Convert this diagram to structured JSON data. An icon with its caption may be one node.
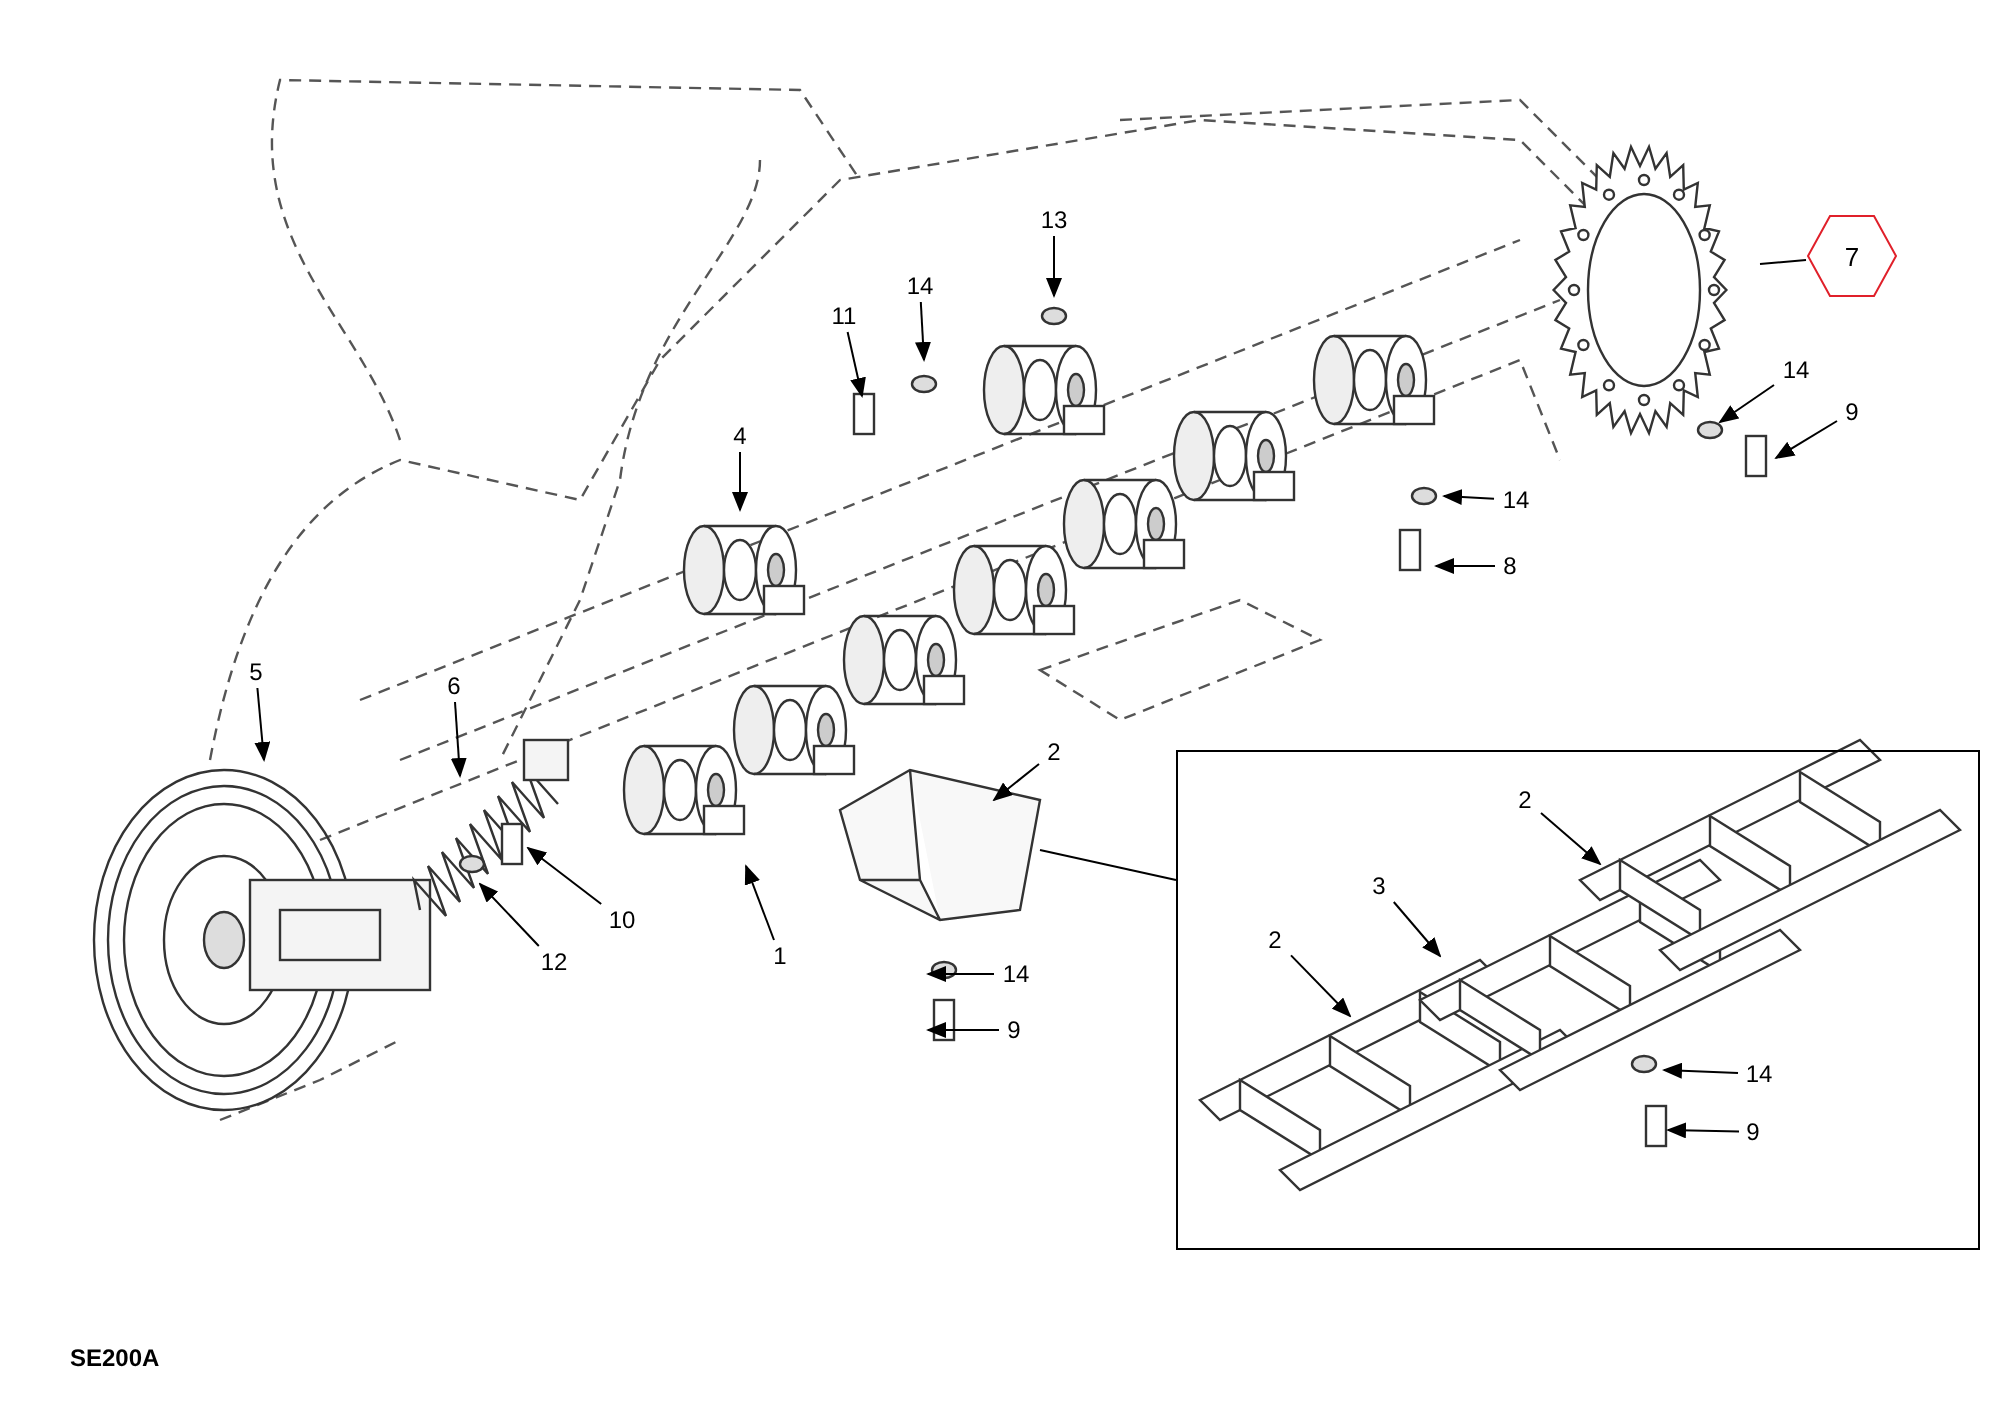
{
  "diagram": {
    "nodes": [
      {
        "text": [
          "13"
        ]
      },
      {
        "text": [
          "14"
        ]
      },
      {
        "text": [
          "11"
        ]
      },
      {
        "text": [
          "7"
        ]
      },
      {
        "text": [
          "14"
        ]
      },
      {
        "text": [
          "9"
        ]
      },
      {
        "text": [
          "4"
        ]
      },
      {
        "text": [
          "14"
        ]
      },
      {
        "text": [
          "8"
        ]
      },
      {
        "text": [
          "5"
        ]
      },
      {
        "text": [
          "6"
        ]
      },
      {
        "text": [
          "2"
        ]
      },
      {
        "text": [
          "10"
        ]
      },
      {
        "text": [
          "12"
        ]
      },
      {
        "text": [
          "1"
        ]
      },
      {
        "text": [
          "14"
        ]
      },
      {
        "text": [
          "9"
        ]
      },
      {
        "text": [],
        "shape": "box"
      },
      {
        "text": [
          "2"
        ],
        "in": 17
      },
      {
        "text": [
          "3"
        ],
        "in": 17
      },
      {
        "text": [
          "2"
        ],
        "in": 17
      },
      {
        "text": [
          "14"
        ],
        "in": 17
      },
      {
        "text": [
          "9"
        ],
        "in": 17
      }
    ],
    "edges": [
      {
        "from": 0,
        "to": null,
        "arrow": "to"
      },
      {
        "from": 1,
        "to": null,
        "arrow": "to"
      },
      {
        "from": 2,
        "to": null,
        "arrow": "to"
      },
      {
        "from": 3,
        "to": null,
        "arrow": "none"
      },
      {
        "from": 4,
        "to": null,
        "arrow": "to"
      },
      {
        "from": 5,
        "to": null,
        "arrow": "to"
      },
      {
        "from": 6,
        "to": null,
        "arrow": "to"
      },
      {
        "from": 7,
        "to": null,
        "arrow": "to"
      },
      {
        "from": 8,
        "to": null,
        "arrow": "to"
      },
      {
        "from": 9,
        "to": null,
        "arrow": "to"
      },
      {
        "from": 10,
        "to": null,
        "arrow": "to"
      },
      {
        "from": 11,
        "to": null,
        "arrow": "to"
      },
      {
        "from": 12,
        "to": null,
        "arrow": "to"
      },
      {
        "from": 13,
        "to": null,
        "arrow": "to"
      },
      {
        "from": 14,
        "to": null,
        "arrow": "to"
      },
      {
        "from": 15,
        "to": null,
        "arrow": "to"
      },
      {
        "from": 16,
        "to": null,
        "arrow": "to"
      },
      {
        "from": null,
        "to": 17,
        "arrow": "none"
      },
      {
        "from": 18,
        "to": null,
        "arrow": "to"
      },
      {
        "from": 19,
        "to": null,
        "arrow": "to"
      },
      {
        "from": 20,
        "to": null,
        "arrow": "to"
      },
      {
        "from": 21,
        "to": null,
        "arrow": "to"
      },
      {
        "from": 22,
        "to": null,
        "arrow": "to"
      }
    ],
    "labels": [
      "SE200A"
    ]
  }
}
